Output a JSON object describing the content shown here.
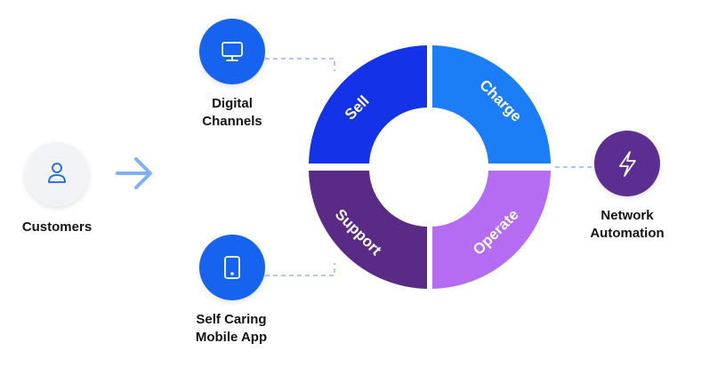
{
  "customers": {
    "label": "Customers",
    "icon": "user-icon"
  },
  "channels": [
    {
      "line1": "Digital",
      "line2": "Channels",
      "icon": "monitor-icon"
    },
    {
      "line1": "Self Caring",
      "line2": "Mobile App",
      "icon": "mobile-phone-icon"
    }
  ],
  "network": {
    "line1": "Network",
    "line2": "Automation",
    "icon": "lightning-bolt-icon"
  },
  "segments": [
    {
      "label": "Sell",
      "color": "#1433e8"
    },
    {
      "label": "Charge",
      "color": "#1b7ef7"
    },
    {
      "label": "Operate",
      "color": "#b66cf2"
    },
    {
      "label": "Support",
      "color": "#5a2b86"
    }
  ],
  "colors": {
    "channel_icon_bg": "#1664f0",
    "network_icon_bg": "#5c2d91",
    "customer_icon_bg": "#f1f3f6",
    "arrow": "#7fb0f6",
    "connector": "#8fb8f3"
  }
}
